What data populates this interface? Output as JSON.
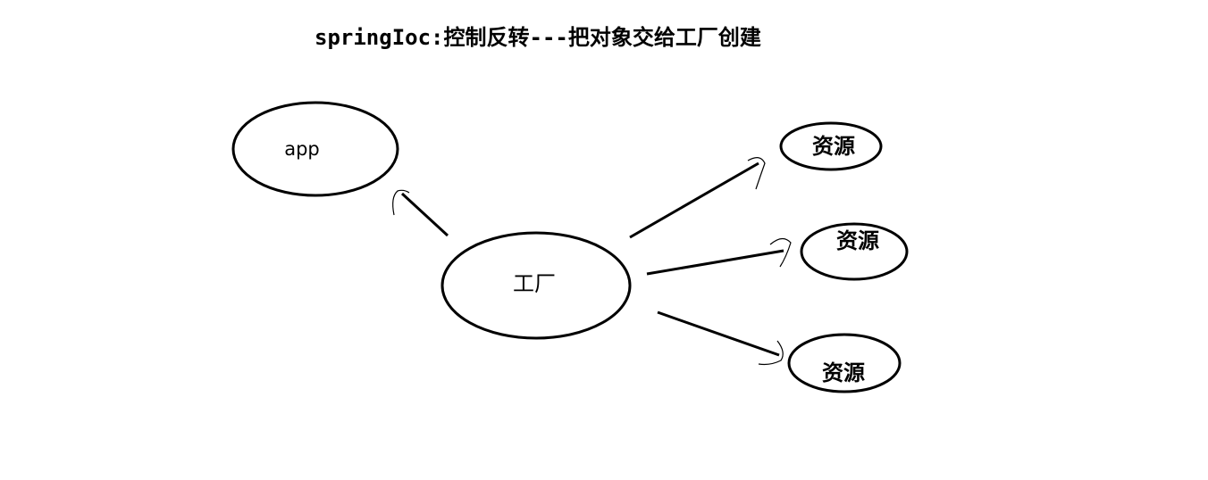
{
  "title": "springIoc:控制反转---把对象交给工厂创建",
  "nodes": {
    "app": "app",
    "factory": "工厂",
    "resource_1": "资源",
    "resource_2": "资源",
    "resource_3": "资源"
  },
  "colors": {
    "background": "#ffffff",
    "stroke": "#000000",
    "text": "#000000"
  }
}
